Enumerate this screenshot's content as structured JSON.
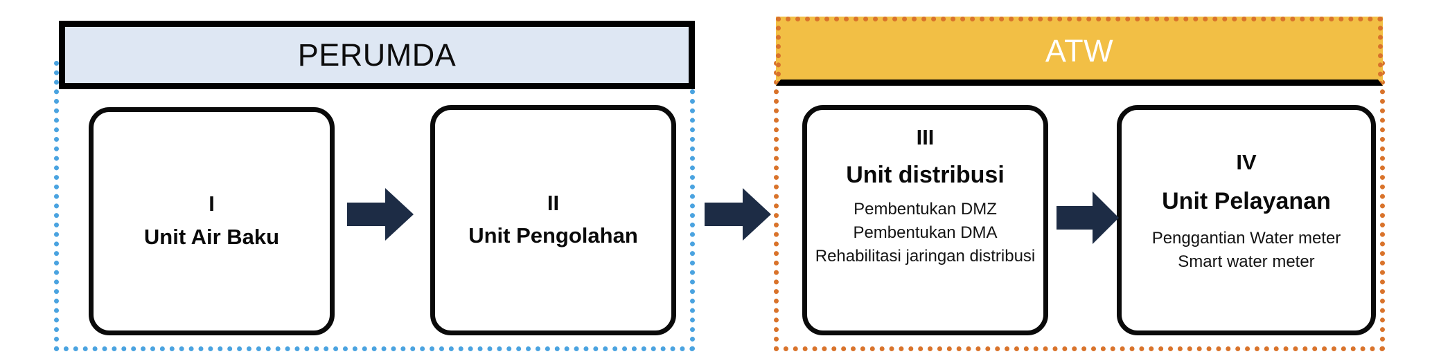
{
  "diagram": {
    "title_visible": false,
    "colors": {
      "perumda_header_fill": "#dee7f3",
      "perumda_container_border": "#4aa3e0",
      "atw_header_fill": "#f2bf45",
      "atw_container_border": "#d9732b",
      "box_border": "#0a0a0a",
      "arrow_fill": "#1d2c45",
      "atw_header_text": "#ffffff",
      "perumda_header_text": "#0d0d0d"
    },
    "groups": [
      {
        "id": "perumda",
        "header_label": "PERUMDA",
        "border_style": "dotted"
      },
      {
        "id": "atw",
        "header_label": "ATW",
        "border_style": "dotted"
      }
    ],
    "boxes": [
      {
        "numeral": "I",
        "title": "Unit Air Baku",
        "details": []
      },
      {
        "numeral": "II",
        "title": "Unit Pengolahan",
        "details": []
      },
      {
        "numeral": "III",
        "title": "Unit distribusi",
        "details": [
          "Pembentukan DMZ",
          "Pembentukan DMA",
          "Rehabilitasi jaringan distribusi"
        ]
      },
      {
        "numeral": "IV",
        "title": "Unit Pelayanan",
        "details": [
          "Penggantian Water meter",
          "Smart water meter"
        ]
      }
    ],
    "arrows": [
      {
        "id": "arrow-1-to-2",
        "direction": "right"
      },
      {
        "id": "arrow-2-to-3",
        "direction": "right"
      },
      {
        "id": "arrow-3-to-4",
        "direction": "right"
      }
    ]
  }
}
